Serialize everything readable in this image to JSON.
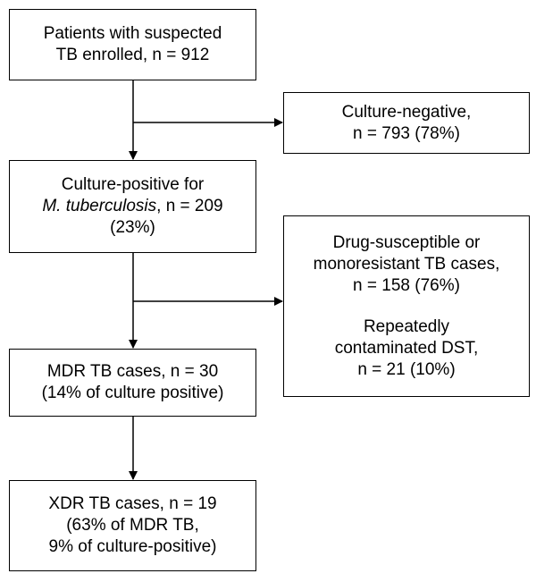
{
  "boxes": {
    "enrolled": {
      "line1": "Patients with suspected",
      "line2": "TB enrolled, n = 912"
    },
    "culture_negative": {
      "line1": "Culture-negative,",
      "line2": "n = 793 (78%)"
    },
    "culture_positive": {
      "line1": "Culture-positive for",
      "line2_italic": "M. tuberculosis",
      "line2_rest": ", n = 209",
      "line3": "(23%)"
    },
    "susceptible": {
      "line1": "Drug-susceptible or",
      "line2": "monoresistant TB cases,",
      "line3": "n = 158 (76%)",
      "line4": "Repeatedly",
      "line5": "contaminated DST,",
      "line6": "n = 21 (10%)"
    },
    "mdr": {
      "line1": "MDR TB cases, n = 30",
      "line2": "(14% of culture positive)"
    },
    "xdr": {
      "line1": "XDR TB cases, n = 19",
      "line2": "(63% of MDR TB,",
      "line3": "9% of culture-positive)"
    }
  },
  "colors": {
    "stroke": "#000000",
    "background": "#ffffff"
  }
}
